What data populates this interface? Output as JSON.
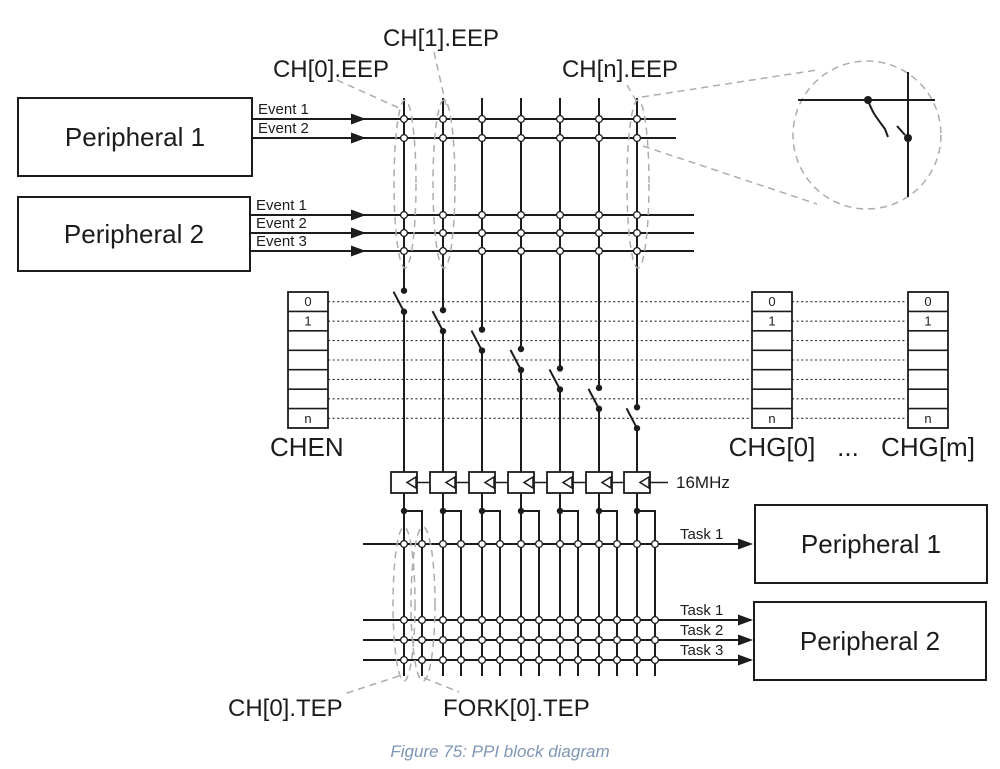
{
  "diagram": {
    "labels": {
      "ch0_eep": "CH[0].EEP",
      "ch1_eep": "CH[1].EEP",
      "chn_eep": "CH[n].EEP",
      "ch0_tep": "CH[0].TEP",
      "fork0_tep": "FORK[0].TEP",
      "chen": "CHEN",
      "chg0": "CHG[0]",
      "chg_ellipsis": "...",
      "chgm": "CHG[m]",
      "clock": "16MHz"
    },
    "event_sources": [
      {
        "name": "Peripheral 1",
        "events": [
          "Event 1",
          "Event 2"
        ]
      },
      {
        "name": "Peripheral 2",
        "events": [
          "Event 1",
          "Event 2",
          "Event 3"
        ]
      }
    ],
    "task_targets": [
      {
        "name": "Peripheral 1",
        "tasks": [
          "Task 1"
        ]
      },
      {
        "name": "Peripheral 2",
        "tasks": [
          "Task 1",
          "Task 2",
          "Task 3"
        ]
      }
    ],
    "register_rows": [
      "0",
      "1",
      "",
      "",
      "",
      "",
      "n"
    ],
    "caption": "Figure 75: PPI block diagram",
    "colors": {
      "line": "#1c1c1c",
      "ghost": "#adadad",
      "caption": "#7e96b5"
    }
  }
}
